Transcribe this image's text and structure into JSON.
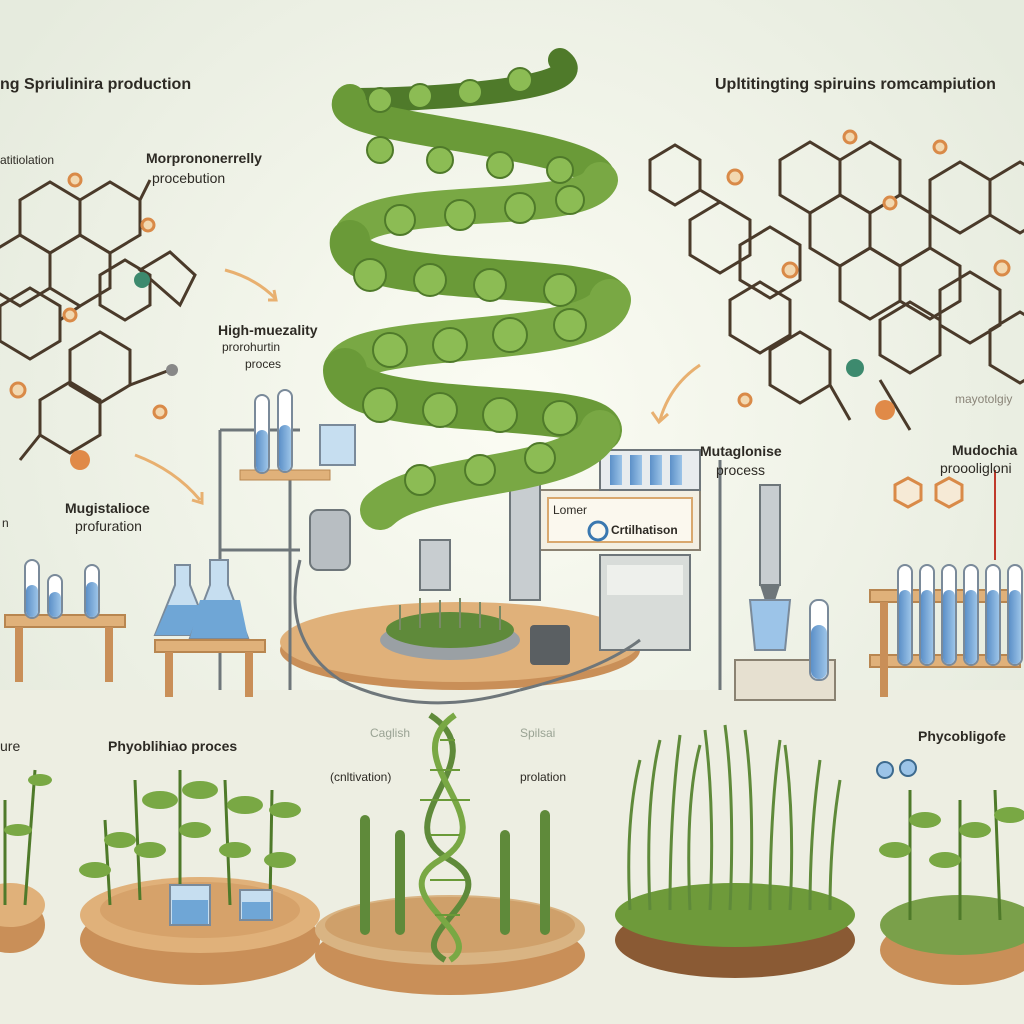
{
  "labels": {
    "top_left_title": "ng Spriulinira production",
    "top_right_title": "Upltitingting spiruins romcampiution",
    "left_small": "atitiolation",
    "micro_process": "Morprononerrelly",
    "micro_process_sub": "procebution",
    "high_quality": "High-muezality",
    "high_quality_2": "prorohurtin",
    "high_quality_3": "proces",
    "mugistalioce": "Mugistalioce",
    "mugistalioce_sub": "profuration",
    "edge_left": "n",
    "machine_sign": "Crtilhatison",
    "machine_sign_small": "Lomer",
    "mutagenise": "Mutaglonise",
    "mutagenise_sub": "process",
    "molecular": "Mudochia",
    "molecular_sub": "proooligloni",
    "right_faint": "mayotolgiy",
    "phyto_left": "Phyoblihiao proces",
    "edge_left_bottom": "ure",
    "faint_center_left": "Caglish",
    "faint_center_right": "Spilsai",
    "cultivation": "(cnltivation)",
    "protation": "prolation",
    "phyto_right": "Phycobligofe"
  },
  "colors": {
    "background": "#eef1e6",
    "algae_green": "#79a844",
    "algae_dark": "#4f7a2a",
    "molecule_line": "#4a3a2a",
    "molecule_node": "#d98a48",
    "flask_liquid": "#6fa6d6",
    "wood": "#d9a86e"
  },
  "icons": [
    "spirulina-spiral",
    "molecule-structure",
    "test-tube",
    "flask",
    "dna-helix",
    "seedling",
    "grass-tuft",
    "arrow"
  ]
}
